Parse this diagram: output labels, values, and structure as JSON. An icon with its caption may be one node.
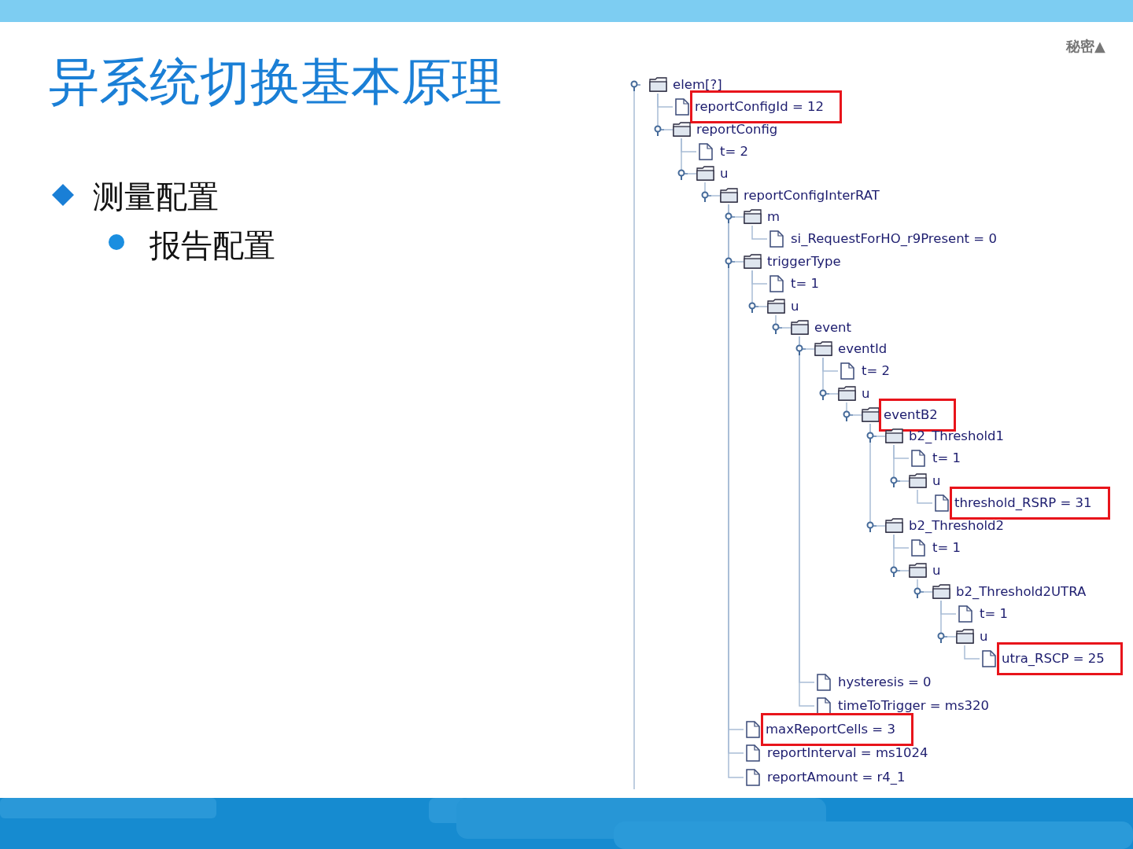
{
  "diagram": {
    "title": "异系统切换基本原理",
    "nodes": [
      {
        "text": [
          "elem[?]"
        ]
      },
      {
        "text": [
          "reportConfigId = 12"
        ]
      },
      {
        "text": [
          "reportConfig"
        ]
      },
      {
        "text": [
          "t= 2"
        ]
      },
      {
        "text": [
          "u"
        ]
      },
      {
        "text": [
          "reportConfigInterRAT"
        ]
      },
      {
        "text": [
          "m"
        ]
      },
      {
        "text": [
          "si_RequestForHO_r9Present = 0"
        ]
      },
      {
        "text": [
          "triggerType"
        ]
      },
      {
        "text": [
          "t= 1"
        ]
      },
      {
        "text": [
          "u"
        ]
      },
      {
        "text": [
          "event"
        ]
      },
      {
        "text": [
          "eventId"
        ]
      },
      {
        "text": [
          "t= 2"
        ]
      },
      {
        "text": [
          "u"
        ]
      },
      {
        "text": [
          "eventB2"
        ]
      },
      {
        "text": [
          "b2_Threshold1"
        ]
      },
      {
        "text": [
          "t= 1"
        ]
      },
      {
        "text": [
          "u"
        ]
      },
      {
        "text": [
          "threshold_RSRP = 31"
        ]
      },
      {
        "text": [
          "b2_Threshold2"
        ]
      },
      {
        "text": [
          "t= 1"
        ]
      },
      {
        "text": [
          "u"
        ]
      },
      {
        "text": [
          "b2_Threshold2UTRA"
        ]
      },
      {
        "text": [
          "t= 1"
        ]
      },
      {
        "text": [
          "u"
        ]
      },
      {
        "text": [
          "utra_RSCP = 25"
        ]
      },
      {
        "text": [
          "hysteresis = 0"
        ]
      },
      {
        "text": [
          "timeToTrigger = ms320"
        ]
      },
      {
        "text": [
          "maxReportCells = 3"
        ]
      },
      {
        "text": [
          "reportInterval = ms1024"
        ]
      },
      {
        "text": [
          "reportAmount = r4_1"
        ]
      }
    ],
    "edges": [
      {
        "from": 0,
        "to": 1,
        "arrow": "none"
      },
      {
        "from": 0,
        "to": 2,
        "arrow": "none"
      },
      {
        "from": 2,
        "to": 3,
        "arrow": "none"
      },
      {
        "from": 2,
        "to": 4,
        "arrow": "none"
      },
      {
        "from": 4,
        "to": 5,
        "arrow": "none"
      },
      {
        "from": 5,
        "to": 6,
        "arrow": "none"
      },
      {
        "from": 6,
        "to": 7,
        "arrow": "none"
      },
      {
        "from": 5,
        "to": 8,
        "arrow": "none"
      },
      {
        "from": 8,
        "to": 9,
        "arrow": "none"
      },
      {
        "from": 8,
        "to": 10,
        "arrow": "none"
      },
      {
        "from": 10,
        "to": 11,
        "arrow": "none"
      },
      {
        "from": 11,
        "to": 12,
        "arrow": "none"
      },
      {
        "from": 12,
        "to": 13,
        "arrow": "none"
      },
      {
        "from": 12,
        "to": 14,
        "arrow": "none"
      },
      {
        "from": 14,
        "to": 15,
        "arrow": "none"
      },
      {
        "from": 15,
        "to": 16,
        "arrow": "none"
      },
      {
        "from": 16,
        "to": 17,
        "arrow": "none"
      },
      {
        "from": 16,
        "to": 18,
        "arrow": "none"
      },
      {
        "from": 18,
        "to": 19,
        "arrow": "none"
      },
      {
        "from": 15,
        "to": 20,
        "arrow": "none"
      },
      {
        "from": 20,
        "to": 21,
        "arrow": "none"
      },
      {
        "from": 20,
        "to": 22,
        "arrow": "none"
      },
      {
        "from": 22,
        "to": 23,
        "arrow": "none"
      },
      {
        "from": 23,
        "to": 24,
        "arrow": "none"
      },
      {
        "from": 23,
        "to": 25,
        "arrow": "none"
      },
      {
        "from": 25,
        "to": 26,
        "arrow": "none"
      },
      {
        "from": 11,
        "to": 27,
        "arrow": "none"
      },
      {
        "from": 11,
        "to": 28,
        "arrow": "none"
      },
      {
        "from": 5,
        "to": 29,
        "arrow": "none"
      },
      {
        "from": 5,
        "to": 30,
        "arrow": "none"
      },
      {
        "from": 5,
        "to": 31,
        "arrow": "none"
      }
    ],
    "labels": [
      "秘密▲",
      "测量配置",
      "报告配置"
    ]
  }
}
